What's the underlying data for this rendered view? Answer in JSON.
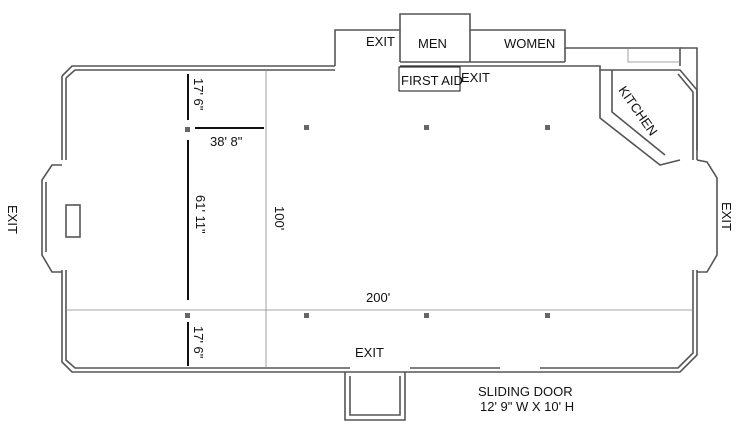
{
  "title": "Hall floor plan",
  "labels": {
    "exit_top_left": "EXIT",
    "men": "MEN",
    "women": "WOMEN",
    "first_aid": "FIRST AID",
    "exit_top_mid": "EXIT",
    "kitchen": "KITCHEN",
    "exit_left": "EXIT",
    "exit_right": "EXIT",
    "exit_bottom": "EXIT",
    "sliding_door_1": "SLIDING DOOR",
    "sliding_door_2": "12' 9\" W X 10' H"
  },
  "dimensions": {
    "top_offset": "17' 6\"",
    "bottom_offset": "17' 6\"",
    "middle_span": "61' 11\"",
    "column_to_line": "38' 8\"",
    "width": "100'",
    "length": "200'"
  },
  "colors": {
    "wall": "#555555",
    "text": "#111111"
  }
}
